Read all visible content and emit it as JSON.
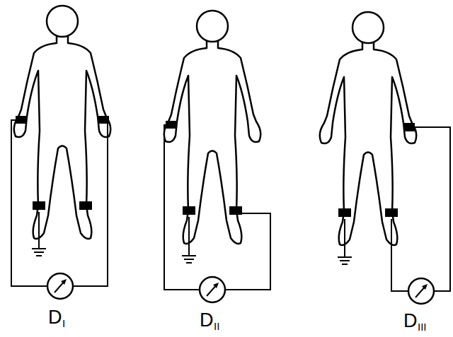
{
  "diagram": {
    "labels": [
      "D",
      "I",
      "D",
      "II",
      "D",
      "III"
    ]
  }
}
